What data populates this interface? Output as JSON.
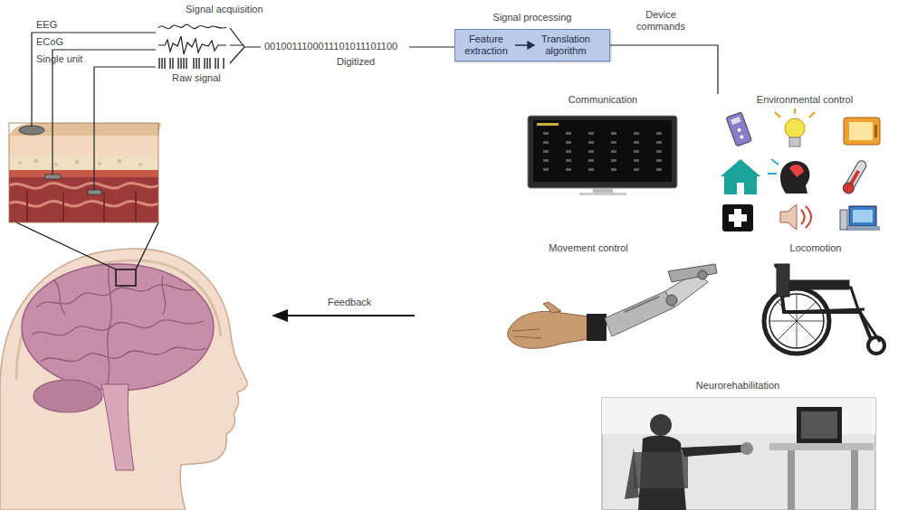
{
  "diagram": {
    "nodes": [
      {
        "text": [
          "Signal processing",
          "Feature extraction",
          "Translation algorithm"
        ]
      },
      {
        "text": [
          "Communication"
        ]
      },
      {
        "text": [
          "Environmental control"
        ]
      },
      {
        "text": [
          "Movement control"
        ]
      },
      {
        "text": [
          "Locomotion"
        ]
      },
      {
        "text": [
          "Neurorehabilitation"
        ]
      }
    ],
    "edges": [
      {
        "from": 0,
        "to": 2,
        "arrow": "none"
      }
    ],
    "labels": [
      "Signal acquisition",
      "EEG",
      "ECoG",
      "Single unit",
      "Raw signal",
      "0010011100011101011101100",
      "Digitized",
      "Device commands",
      "Feedback"
    ]
  }
}
